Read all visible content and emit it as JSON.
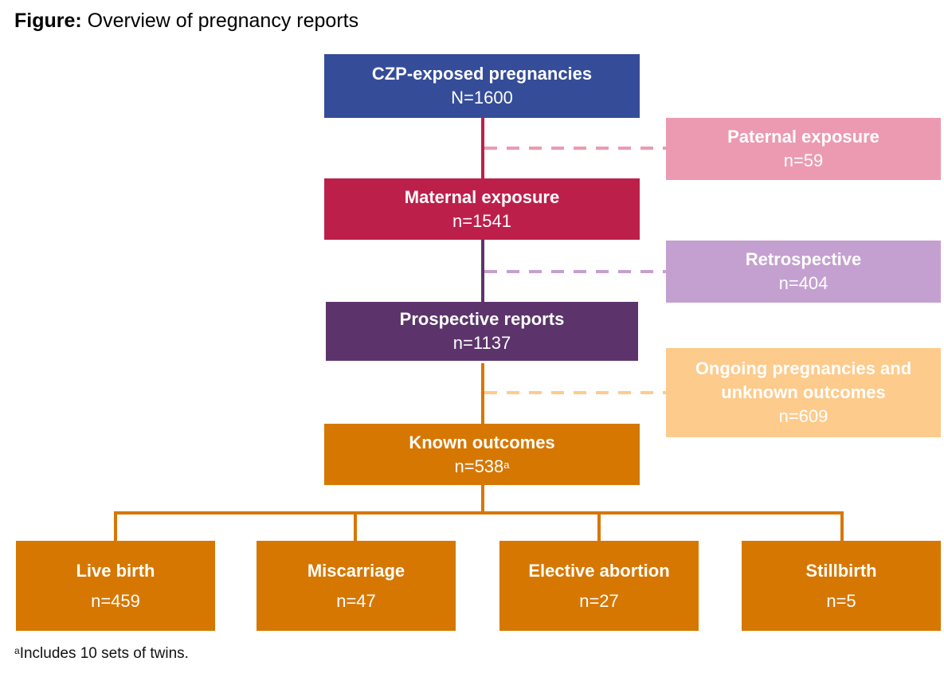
{
  "title": {
    "bold": "Figure:",
    "rest": " Overview of pregnancy reports"
  },
  "colors": {
    "czp": "#354c99",
    "maternal": "#bd1f4b",
    "paternal": "#ec9ab1",
    "prospective": "#5c346b",
    "retrospective": "#c4a0d0",
    "known": "#d67701",
    "ongoing": "#fdcb8c"
  },
  "nodes": {
    "czp": {
      "label": "CZP-exposed pregnancies",
      "count": "N=1600"
    },
    "paternal": {
      "label": "Paternal exposure",
      "count": "n=59"
    },
    "maternal": {
      "label": "Maternal exposure",
      "count": "n=1541"
    },
    "retrospective": {
      "label": "Retrospective",
      "count": "n=404"
    },
    "prospective": {
      "label": "Prospective reports",
      "count": "n=1137"
    },
    "ongoing": {
      "label_line1": "Ongoing pregnancies and",
      "label_line2": "unknown outcomes",
      "count": "n=609"
    },
    "known": {
      "label": "Known outcomes",
      "count": "n=538",
      "footnote_marker": "a"
    },
    "outcomes": [
      {
        "label": "Live birth",
        "count": "n=459"
      },
      {
        "label": "Miscarriage",
        "count": "n=47"
      },
      {
        "label": "Elective abortion",
        "count": "n=27"
      },
      {
        "label": "Stillbirth",
        "count": "n=5"
      }
    ]
  },
  "footnote": {
    "marker": "a",
    "text": "Includes 10 sets of twins."
  }
}
